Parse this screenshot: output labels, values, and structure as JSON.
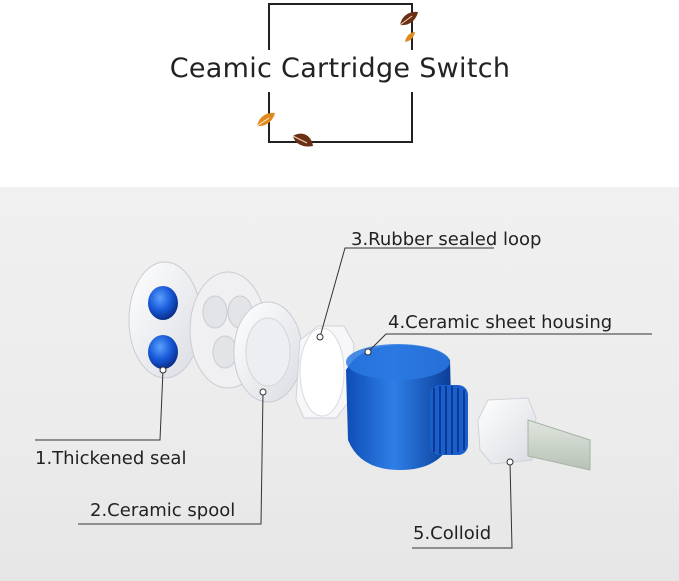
{
  "header": {
    "title": "Ceamic Cartridge Switch",
    "icons": [
      "leaf-icon",
      "leaf-icon",
      "leaf-icon",
      "leaf-icon"
    ]
  },
  "callouts": [
    {
      "id": "rubber-sealed-loop",
      "text": "3.Rubber sealed loop"
    },
    {
      "id": "ceramic-sheet-housing",
      "text": "4.Ceramic sheet housing"
    },
    {
      "id": "thickened-seal",
      "text": "1.Thickened seal"
    },
    {
      "id": "ceramic-spool",
      "text": "2.Ceramic spool"
    },
    {
      "id": "colloid",
      "text": "5.Colloid"
    }
  ],
  "colors": {
    "blue": "#1560c8",
    "blue_dark": "#0b3f94",
    "white_part": "#f4f4f6",
    "leaf_brown": "#6a2f14",
    "leaf_orange": "#e08a1e"
  }
}
